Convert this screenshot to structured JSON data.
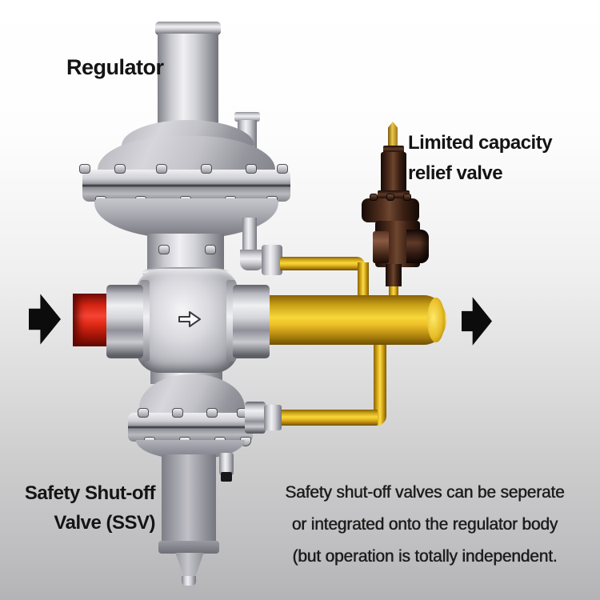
{
  "labels": {
    "regulator": "Regulator",
    "relief_valve_line1": "Limited capacity",
    "relief_valve_line2": "relief valve",
    "ssv_line1": "Safety Shut-off",
    "ssv_line2": "Valve (SSV)"
  },
  "note": {
    "line1": "Safety shut-off valves can be seperate",
    "line2": "or integrated onto the regulator body",
    "line3": "(but operation is totally independent."
  },
  "icons": {
    "flow_in_arrow": "block-arrow-right",
    "flow_out_arrow": "block-arrow-right",
    "flow_direction_arrow": "outlined-block-arrow-right"
  },
  "colors": {
    "inlet_pipe": "#e8311d",
    "outlet_pipe": "#f2c929",
    "relief_body": "#3a2013",
    "brass_tip": "#d9b63c",
    "metal_light": "#ececef",
    "metal_dark": "#77777f",
    "arrow_black": "#0c0c0c",
    "label_text": "#141414",
    "note_text": "#1c1c1c"
  }
}
